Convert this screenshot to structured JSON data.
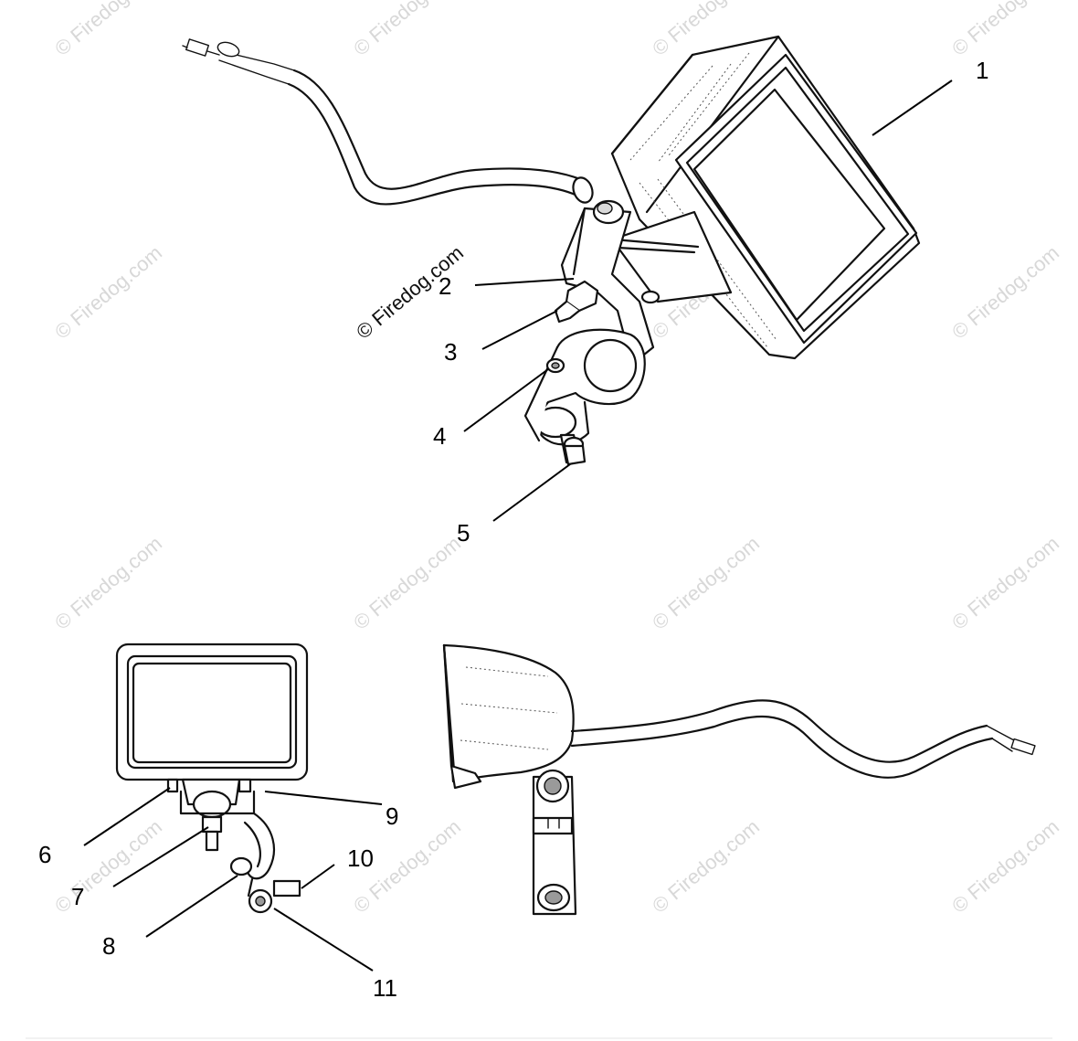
{
  "watermark": {
    "tiled_text": "© Firedog.com",
    "prominent_text": "© Firedog.com"
  },
  "callouts": [
    "1",
    "2",
    "3",
    "4",
    "5",
    "6",
    "7",
    "8",
    "9",
    "10",
    "11"
  ],
  "colors": {
    "line": "#111111",
    "watermark": "#d8d8d8",
    "background": "#ffffff"
  }
}
